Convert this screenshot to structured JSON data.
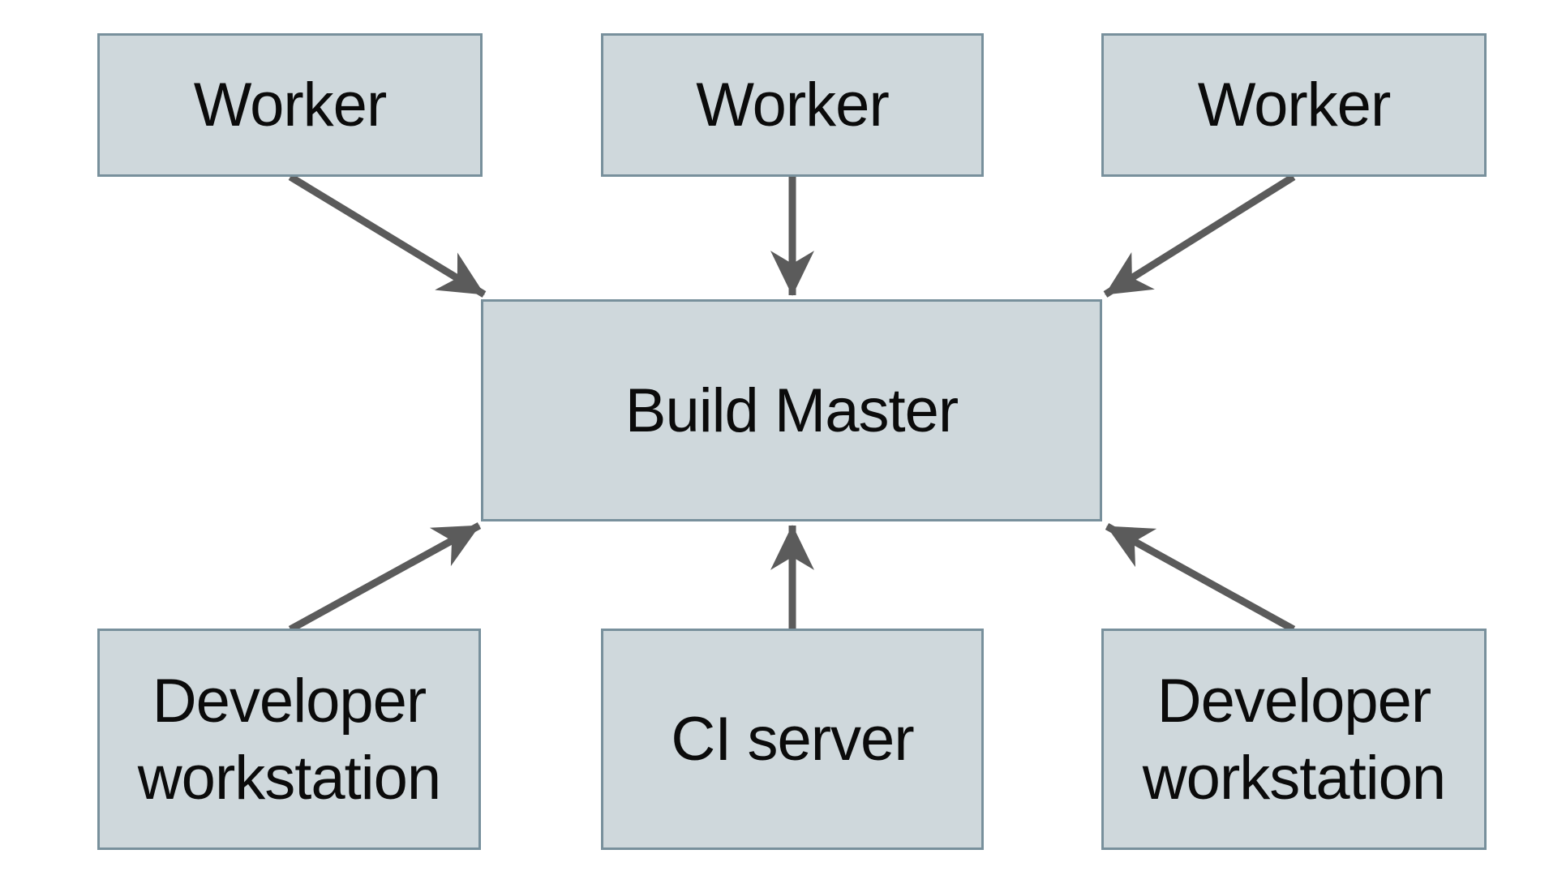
{
  "colors": {
    "node_fill": "#cfd8dc",
    "node_border": "#78909c",
    "arrow": "#5b5b5b",
    "text": "#0b0b0b",
    "background": "#ffffff"
  },
  "nodes": [
    {
      "id": "worker-1",
      "label": "Worker"
    },
    {
      "id": "worker-2",
      "label": "Worker"
    },
    {
      "id": "worker-3",
      "label": "Worker"
    },
    {
      "id": "build-master",
      "label": "Build Master"
    },
    {
      "id": "developer-workstation-left",
      "label": "Developer workstation"
    },
    {
      "id": "ci-server",
      "label": "CI server"
    },
    {
      "id": "developer-workstation-right",
      "label": "Developer workstation"
    }
  ],
  "edges": [
    {
      "from": "worker-1",
      "to": "build-master"
    },
    {
      "from": "worker-2",
      "to": "build-master"
    },
    {
      "from": "worker-3",
      "to": "build-master"
    },
    {
      "from": "developer-workstation-left",
      "to": "build-master"
    },
    {
      "from": "ci-server",
      "to": "build-master"
    },
    {
      "from": "developer-workstation-right",
      "to": "build-master"
    }
  ]
}
